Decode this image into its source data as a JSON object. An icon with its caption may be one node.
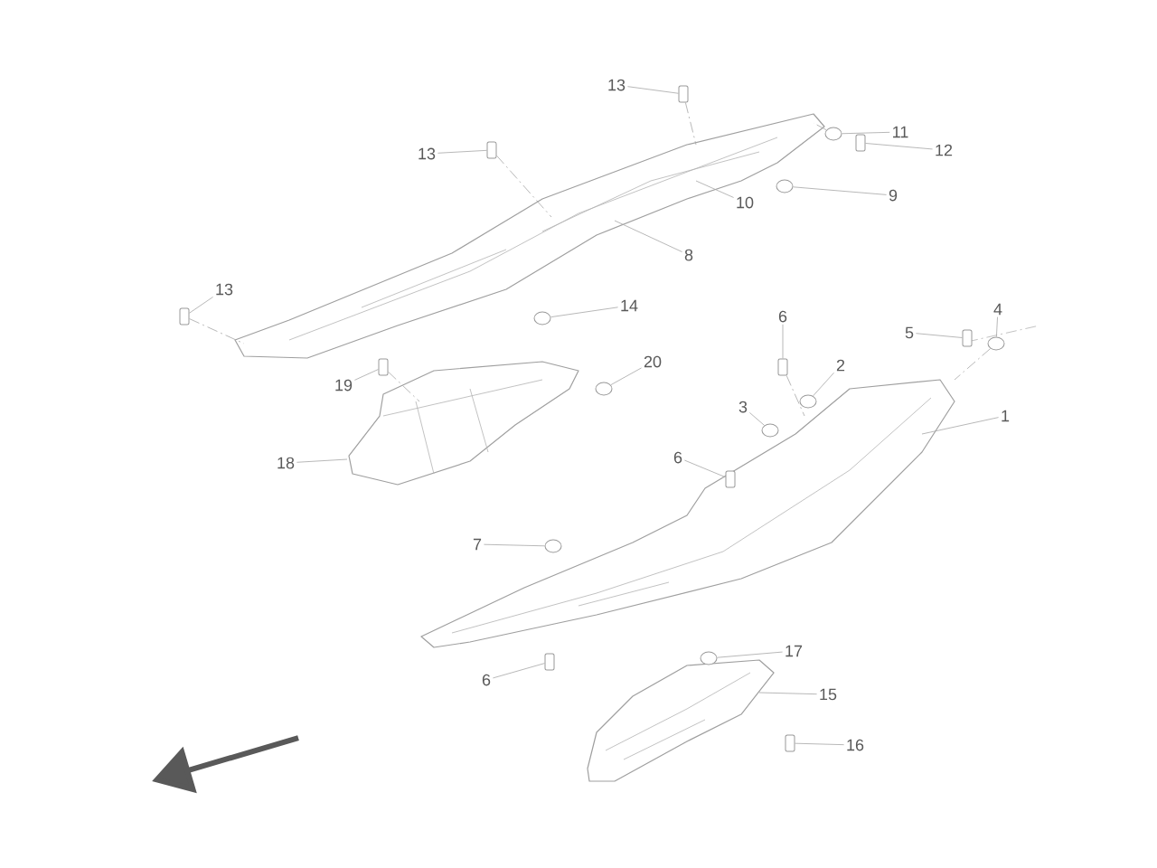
{
  "diagram": {
    "nodes": [
      {
        "text": [
          "13"
        ]
      },
      {
        "text": [
          "13"
        ]
      },
      {
        "text": [
          "11"
        ]
      },
      {
        "text": [
          "12"
        ]
      },
      {
        "text": [
          "9"
        ]
      },
      {
        "text": [
          "10"
        ]
      },
      {
        "text": [
          "8"
        ]
      },
      {
        "text": [
          "13"
        ]
      },
      {
        "text": [
          "14"
        ]
      },
      {
        "text": [
          "6"
        ]
      },
      {
        "text": [
          "5"
        ]
      },
      {
        "text": [
          "4"
        ]
      },
      {
        "text": [
          "20"
        ]
      },
      {
        "text": [
          "2"
        ]
      },
      {
        "text": [
          "19"
        ]
      },
      {
        "text": [
          "3"
        ]
      },
      {
        "text": [
          "1"
        ]
      },
      {
        "text": [
          "18"
        ]
      },
      {
        "text": [
          "6"
        ]
      },
      {
        "text": [
          "7"
        ]
      },
      {
        "text": [
          "6"
        ]
      },
      {
        "text": [
          "17"
        ]
      },
      {
        "text": [
          "15"
        ]
      },
      {
        "text": [
          "16"
        ]
      },
      {
        "text": [],
        "shape": "picture"
      },
      {
        "text": [],
        "shape": "picture"
      },
      {
        "text": [],
        "shape": "picture"
      },
      {
        "text": [],
        "shape": "picture"
      },
      {
        "text": [],
        "shape": "bar"
      },
      {
        "text": [],
        "shape": "bar"
      },
      {
        "text": [],
        "shape": "circle"
      },
      {
        "text": [],
        "shape": "bar"
      },
      {
        "text": [],
        "shape": "circle"
      },
      {
        "text": [],
        "shape": "bar"
      },
      {
        "text": [],
        "shape": "circle"
      },
      {
        "text": [],
        "shape": "bar"
      },
      {
        "text": [],
        "shape": "bar"
      },
      {
        "text": [],
        "shape": "circle"
      },
      {
        "text": [],
        "shape": "circle"
      },
      {
        "text": [],
        "shape": "circle"
      },
      {
        "text": [],
        "shape": "bar"
      },
      {
        "text": [],
        "shape": "circle"
      },
      {
        "text": [],
        "shape": "bar",
        "in": 25
      },
      {
        "text": [],
        "shape": "circle"
      },
      {
        "text": [],
        "shape": "bar"
      },
      {
        "text": [],
        "shape": "circle"
      },
      {
        "text": [],
        "shape": "bar"
      }
    ],
    "edges": [
      {
        "from": 0,
        "to": 28,
        "arrow": "none"
      },
      {
        "from": 1,
        "to": 29,
        "arrow": "none"
      },
      {
        "from": 2,
        "to": 30,
        "arrow": "none"
      },
      {
        "from": 3,
        "to": 31,
        "arrow": "none"
      },
      {
        "from": 4,
        "to": 32,
        "arrow": "none"
      },
      {
        "from": 5,
        "to": 24,
        "arrow": "none"
      },
      {
        "from": 6,
        "to": 24,
        "arrow": "none"
      },
      {
        "from": 7,
        "to": 33,
        "arrow": "none"
      },
      {
        "from": 8,
        "to": 34,
        "arrow": "none"
      },
      {
        "from": 9,
        "to": 35,
        "arrow": "none"
      },
      {
        "from": 10,
        "to": 36,
        "arrow": "none"
      },
      {
        "from": 11,
        "to": 37,
        "arrow": "none"
      },
      {
        "from": 12,
        "to": 38,
        "arrow": "none"
      },
      {
        "from": 13,
        "to": 39,
        "arrow": "none"
      },
      {
        "from": 14,
        "to": 40,
        "arrow": "none"
      },
      {
        "from": 15,
        "to": 41,
        "arrow": "none"
      },
      {
        "from": 16,
        "to": 25,
        "arrow": "none"
      },
      {
        "from": 17,
        "to": 26,
        "arrow": "none"
      },
      {
        "from": 18,
        "to": 42,
        "arrow": "none"
      },
      {
        "from": 19,
        "to": 43,
        "arrow": "none"
      },
      {
        "from": 20,
        "to": 44,
        "arrow": "none"
      },
      {
        "from": 21,
        "to": 45,
        "arrow": "none"
      },
      {
        "from": 22,
        "to": 27,
        "arrow": "none"
      },
      {
        "from": 23,
        "to": 46,
        "arrow": "none"
      },
      {
        "from": 28,
        "to": 24,
        "arrow": "none",
        "style": "dashed"
      },
      {
        "from": 29,
        "to": 24,
        "arrow": "none",
        "style": "dashed"
      },
      {
        "from": 30,
        "to": 24,
        "arrow": "none",
        "style": "dashed"
      },
      {
        "from": 33,
        "to": 24,
        "arrow": "none",
        "style": "dashed"
      },
      {
        "from": 35,
        "to": 25,
        "arrow": "none",
        "style": "dashed"
      },
      {
        "from": 37,
        "to": 25,
        "arrow": "none",
        "style": "dashed"
      },
      {
        "from": 40,
        "to": 26,
        "arrow": "none",
        "style": "dashed"
      }
    ]
  }
}
